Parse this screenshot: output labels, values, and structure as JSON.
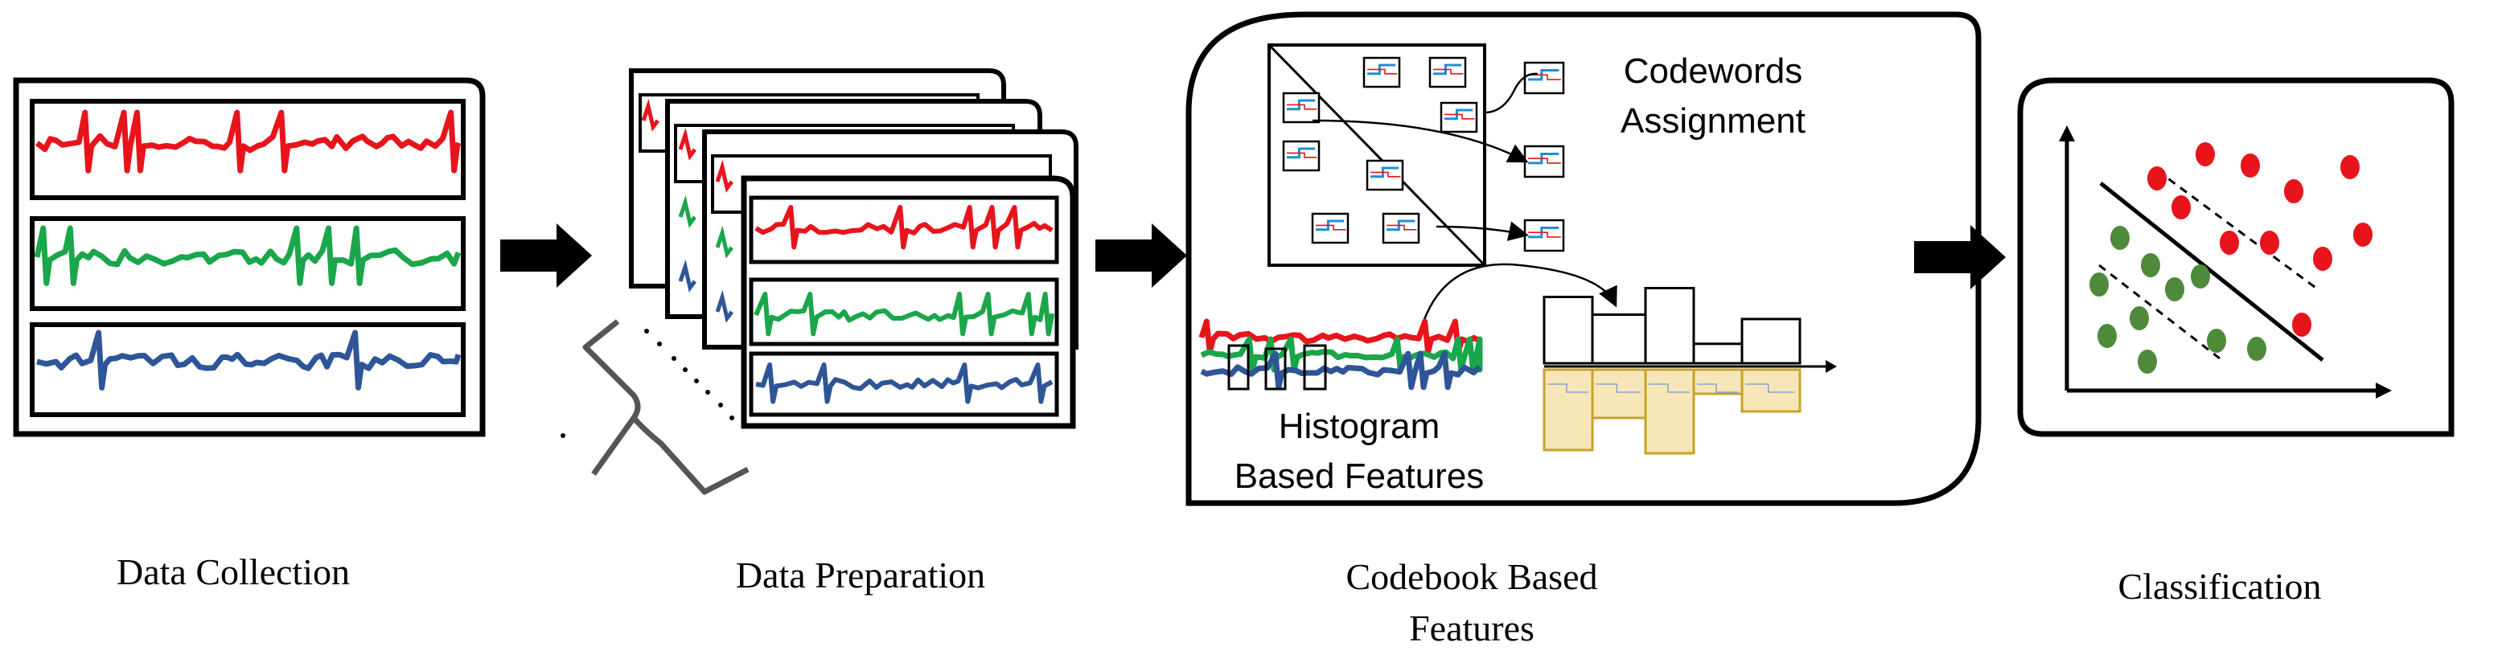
{
  "stages": [
    {
      "id": "collection",
      "label": "Data Collection"
    },
    {
      "id": "preparation",
      "label": "Data Preparation"
    },
    {
      "id": "codebook",
      "label_line1": "Codebook Based",
      "label_line2": "Features"
    },
    {
      "id": "classification",
      "label": "Classification"
    }
  ],
  "codebook_panel": {
    "codewords_line1": "Codewords",
    "codewords_line2": "Assignment",
    "histogram_line1": "Histogram",
    "histogram_line2": "Based Features"
  },
  "histogram_bins": [
    0.75,
    0.55,
    0.85,
    0.22,
    0.5
  ],
  "colors": {
    "signal_red": "#e8141c",
    "signal_green": "#1aa64a",
    "signal_blue": "#2e5597",
    "class_red": "#e8141c",
    "class_green": "#4e8a3a",
    "histogram_fill": "#f6e6b8",
    "histogram_stroke": "#c9a227",
    "codeword_blue": "#1f8fd6",
    "arrow": "#000000"
  }
}
